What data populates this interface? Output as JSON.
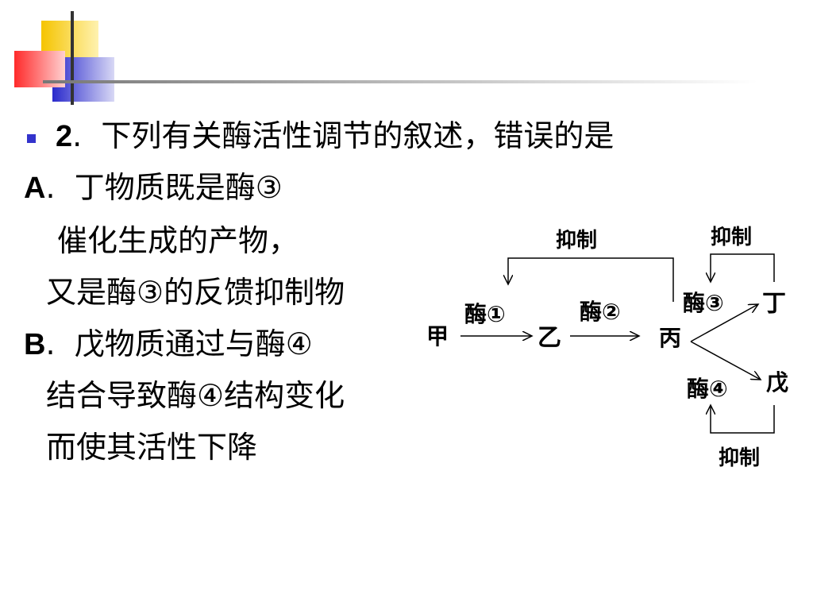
{
  "question": {
    "number": "2",
    "stem": "下列有关酶活性调节的叙述，错误的是"
  },
  "options": {
    "a": {
      "letter": "A",
      "line1": "丁物质既是酶③",
      "line2": "催化生成的产物，",
      "line3": "又是酶③的反馈抑制物"
    },
    "b": {
      "letter": "B",
      "line1": "戊物质通过与酶④",
      "line2": "结合导致酶④结构变化",
      "line3": "而使其活性下降"
    }
  },
  "diagram": {
    "substance_jia": "甲",
    "substance_yi": "乙",
    "substance_bing": "丙",
    "substance_ding": "丁",
    "substance_wu": "戊",
    "enzyme1": "酶①",
    "enzyme2": "酶②",
    "enzyme3": "酶③",
    "enzyme4": "酶④",
    "inhibit_top": "抑制",
    "inhibit_ding": "抑制",
    "inhibit_wu": "抑制"
  }
}
